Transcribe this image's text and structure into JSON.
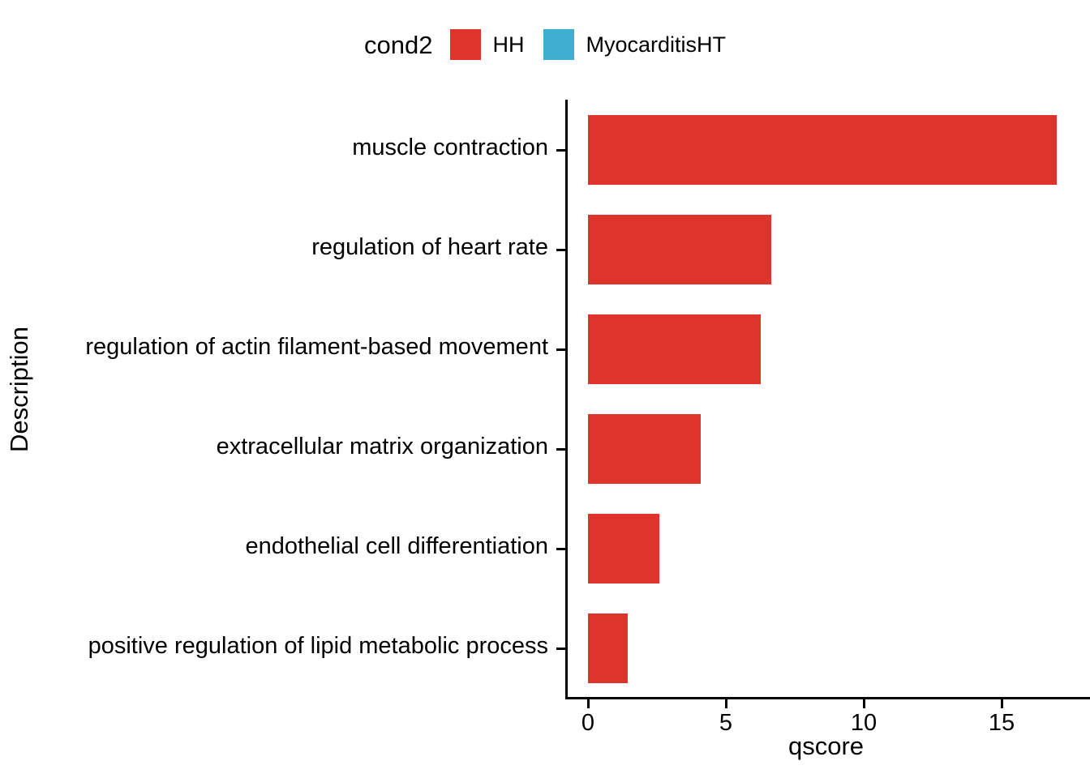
{
  "legend": {
    "title": "cond2",
    "entries": [
      {
        "label": "HH",
        "color": "#DE342B",
        "key_name": "legend-key-hh"
      },
      {
        "label": "MyocarditisHT",
        "color": "#3FAFD1",
        "key_name": "legend-key-myocarditisht"
      }
    ]
  },
  "axes": {
    "x_title": "qscore",
    "y_title": "Description"
  },
  "chart_data": {
    "type": "bar",
    "orientation": "horizontal",
    "title": "",
    "xlabel": "qscore",
    "ylabel": "Description",
    "xlim": [
      0,
      17.3
    ],
    "grid": false,
    "legend_title": "cond2",
    "legend_position": "top",
    "xticks": [
      0,
      5,
      10,
      15
    ],
    "xtick_labels": [
      "0",
      "5",
      "10",
      "15"
    ],
    "categories": [
      "muscle contraction",
      "regulation of heart rate",
      "regulation of actin filament-based movement",
      "extracellular matrix organization",
      "endothelial cell differentiation",
      "positive regulation of lipid metabolic process"
    ],
    "series": [
      {
        "name": "HH",
        "color": "#DE342B",
        "values": [
          17.0,
          6.65,
          6.25,
          4.1,
          2.6,
          1.45
        ]
      },
      {
        "name": "MyocarditisHT",
        "color": "#3FAFD1",
        "values": [
          0,
          0,
          0,
          0,
          0,
          0
        ]
      }
    ]
  }
}
